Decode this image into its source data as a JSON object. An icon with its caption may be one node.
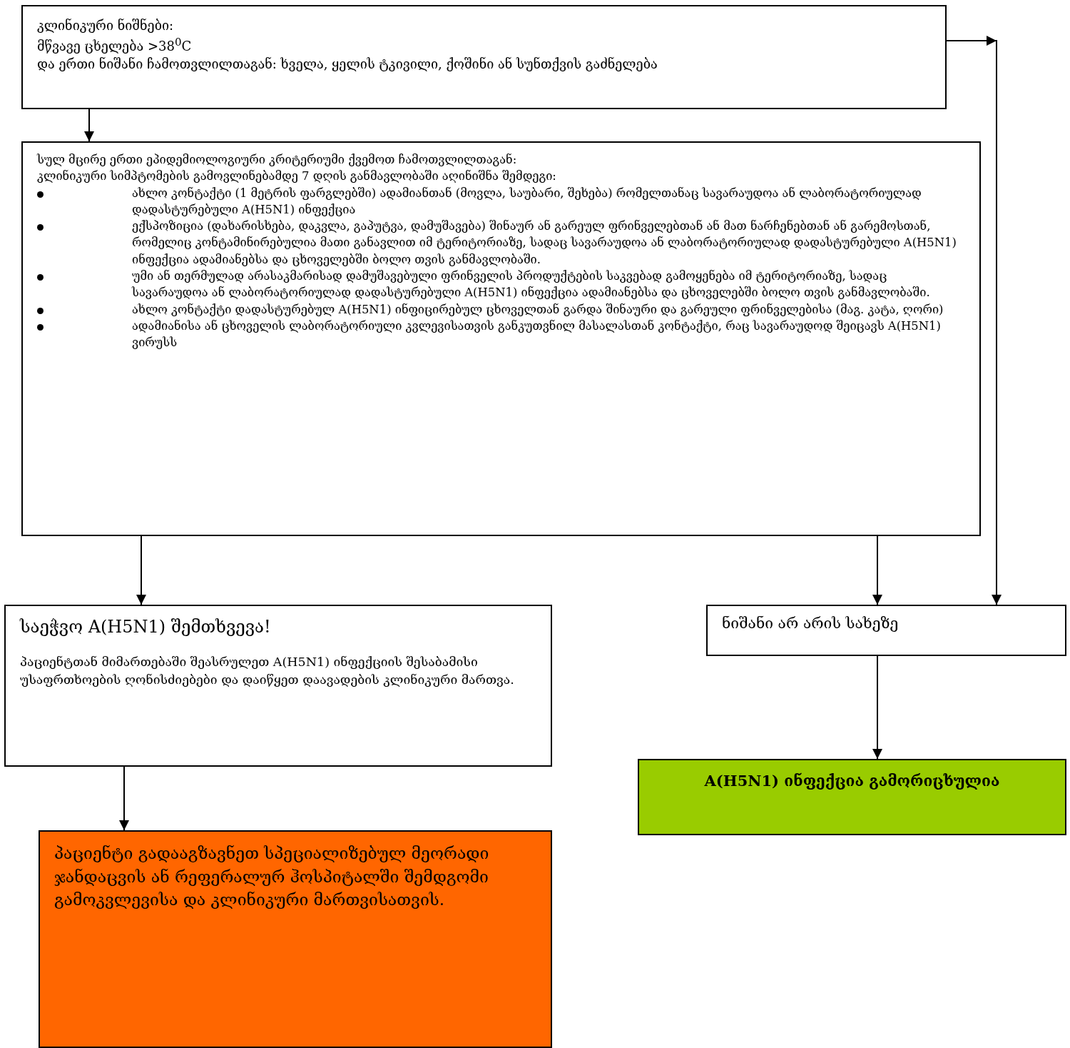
{
  "diagram": {
    "nodes": [
      {
        "text": [
          "კლინიკური ნიშნები:",
          "მწვავე ცხელება >38$^{0}$C",
          "და ერთი ნიშანი ჩამოთვლილთაგან: ხველა, ყელის ტკივილი, ქოშინი ან სუნთქვის გაძნელება"
        ]
      },
      {
        "text": [
          "სულ მცირე ერთი ეპიდემიოლოგიური კრიტერიუმი ქვემოთ ჩამოთვლილთაგან:",
          "კლინიკური სიმპტომების გამოვლინებამდე 7 დღის განმავლობაში აღინიშნა შემდეგი:",
          "ახლო კონტაქტი (1 მეტრის ფარგლებში) ადამიანთან (მოვლა, საუბარი, შეხება) რომელთანაც სავარაუდოა ან ლაბორატორიულად დადასტურებული A(H5N1) ინფექცია",
          "ექსპოზიცია (დახარისხება, დაკვლა, გაპუტვა, დამუშავება) შინაურ ან გარეულ ფრინველებთან ან მათ ნარჩენებთან ან გარემოსთან, რომელიც კონტამინირებულია მათი განავლით იმ ტერიტორიაზე, სადაც სავარაუდოა ან ლაბორატორიულად დადასტურებული A(H5N1) ინფექცია ადამიანებსა და ცხოველებში ბოლო თვის განმავლობაში.",
          "უმი ან თერმულად არასაკმარისად დამუშავებული ფრინველის პროდუქტების საკვებად გამოყენება იმ ტერიტორიაზე, სადაც სავარაუდოა ან ლაბორატორიულად დადასტურებული A(H5N1) ინფექცია ადამიანებსა და ცხოველებში ბოლო თვის განმავლობაში.",
          "ახლო კონტაქტი დადასტურებულ A(H5N1) ინფიცირებულ ცხოველთან გარდა შინაური და გარეული ფრინველებისა (მაგ. კატა, ღორი)",
          "ადამიანისა ან ცხოველის ლაბორატორიული კვლევისათვის განკუთვნილ მასალასთან კონტაქტი, რაც სავარაუდოდ შეიცავს A(H5N1) ვირუსს"
        ]
      },
      {
        "text": [
          "საეჭვო A(H5N1) შემთხვევა!",
          "პაციენტთან მიმართებაში შეასრულეთ A(H5N1) ინფექციის შესაბამისი უსაფრთხოების ღონისძიებები და დაიწყეთ დაავადების კლინიკური მართვა."
        ]
      },
      {
        "text": [
          "ნიშანი არ არის სახეზე"
        ]
      },
      {
        "text": [
          "პაციენტი გადააგზავნეთ სპეციალიზებულ მეორადი ჯანდაცვის ან რეფერალურ ჰოსპიტალში შემდგომი გამოკვლევისა და კლინიკური მართვისათვის."
        ]
      },
      {
        "text": [
          "A(H5N1) ინფექცია გამორიცხულია"
        ]
      }
    ],
    "edges": [
      {
        "from": 0,
        "to": 1,
        "arrow": "to"
      },
      {
        "from": 0,
        "to": 3,
        "arrow": "to"
      },
      {
        "from": 1,
        "to": 2,
        "arrow": "to"
      },
      {
        "from": 1,
        "to": 3,
        "arrow": "to"
      },
      {
        "from": 2,
        "to": 4,
        "arrow": "to"
      },
      {
        "from": 3,
        "to": 5,
        "arrow": "to"
      }
    ]
  }
}
